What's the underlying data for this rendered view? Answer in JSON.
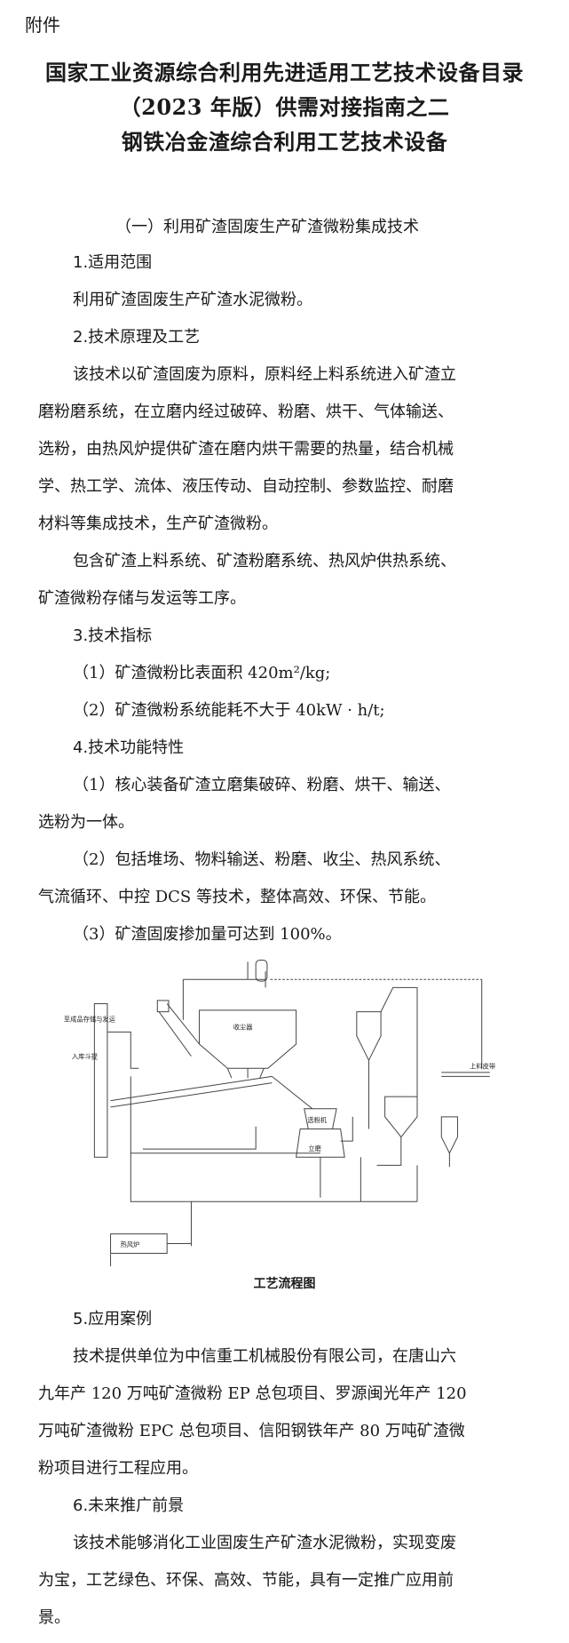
{
  "doc": {
    "attachment": "附件",
    "title_lines": [
      "国家工业资源综合利用先进适用工艺技术设备目录",
      "（2023 年版）供需对接指南之二",
      "钢铁冶金渣综合利用工艺技术设备"
    ],
    "section_heading": "（一）利用矿渣固废生产矿渣微粉集成技术",
    "headings": {
      "scope": "1.适用范围",
      "principle": "2.技术原理及工艺",
      "indicators": "3.技术指标",
      "features": "4.技术功能特性",
      "cases": "5.应用案例",
      "prospects": "6.未来推广前景"
    },
    "scope_lines": [
      "利用矿渣固废生产矿渣水泥微粉。"
    ],
    "principle_lines": [
      "该技术以矿渣固废为原料，原料经上料系统进入矿渣立",
      "磨粉磨系统，在立磨内经过破碎、粉磨、烘干、气体输送、",
      "选粉，由热风炉提供矿渣在磨内烘干需要的热量，结合机械",
      "学、热工学、流体、液压传动、自动控制、参数监控、耐磨",
      "材料等集成技术，生产矿渣微粉。",
      "包含矿渣上料系统、矿渣粉磨系统、热风炉供热系统、",
      "矿渣微粉存储与发运等工序。"
    ],
    "indicator_lines": [
      "（1）矿渣微粉比表面积 420m²/kg;",
      "（2）矿渣微粉系统能耗不大于 40kW · h/t;"
    ],
    "feature_lines": [
      "（1）核心装备矿渣立磨集破碎、粉磨、烘干、输送、",
      "选粉为一体。",
      "（2）包括堆场、物料输送、粉磨、收尘、热风系统、",
      "气流循环、中控 DCS 等技术，整体高效、环保、节能。",
      "（3）矿渣固废掺加量可达到 100%。"
    ],
    "diagram_labels": {
      "storage": "至成品存储与发运",
      "warehouse_lift": "入库斗提",
      "dust_collector": "收尘器",
      "separator": "选粉机",
      "vertical_mill": "立磨",
      "hot_air_furnace": "热风炉",
      "feeding_belt": "上料皮带"
    },
    "caption": "工艺流程图",
    "case_lines": [
      "技术提供单位为中信重工机械股份有限公司，在唐山六",
      "九年产 120  万吨矿渣微粉 EP 总包项目、罗源闽光年产 120",
      "万吨矿渣微粉 EPC 总包项目、信阳钢铁年产 80 万吨矿渣微",
      "粉项目进行工程应用。"
    ],
    "prospect_lines": [
      "该技术能够消化工业固废生产矿渣水泥微粉，实现变废",
      "为宝，工艺绿色、环保、高效、节能，具有一定推广应用前",
      "景。"
    ]
  }
}
